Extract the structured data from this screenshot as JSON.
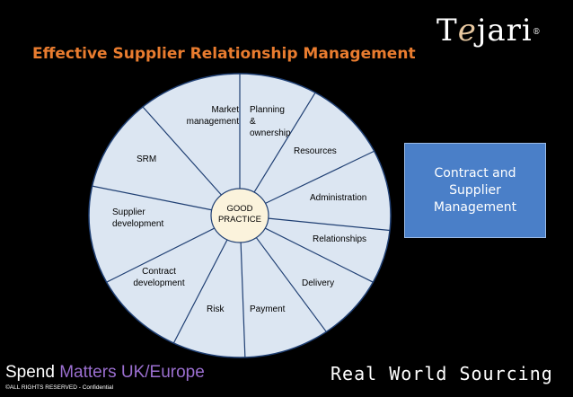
{
  "slide": {
    "title": "Effective Supplier Relationship Management",
    "logo": {
      "part1": "T",
      "part2": "e",
      "part3": "jari",
      "mark": "®"
    }
  },
  "wheel": {
    "center": [
      "GOOD",
      "PRACTICE"
    ],
    "segments": [
      {
        "key": "market",
        "lines": [
          "Market",
          "management"
        ]
      },
      {
        "key": "planning",
        "lines": [
          "Planning",
          "&",
          "ownership"
        ]
      },
      {
        "key": "resources",
        "lines": [
          "Resources"
        ]
      },
      {
        "key": "administration",
        "lines": [
          "Administration"
        ]
      },
      {
        "key": "relationships",
        "lines": [
          "Relationships"
        ]
      },
      {
        "key": "delivery",
        "lines": [
          "Delivery"
        ]
      },
      {
        "key": "payment",
        "lines": [
          "Payment"
        ]
      },
      {
        "key": "risk",
        "lines": [
          "Risk"
        ]
      },
      {
        "key": "contract-dev",
        "lines": [
          "Contract",
          "development"
        ]
      },
      {
        "key": "supplier-dev",
        "lines": [
          "Supplier",
          "development"
        ]
      },
      {
        "key": "srm",
        "lines": [
          "SRM"
        ]
      }
    ],
    "colors": {
      "fill": "#dce6f2",
      "stroke": "#1f3f73",
      "hub": "#fbf3dc"
    }
  },
  "callout": {
    "text": "Contract and Supplier Management"
  },
  "footer": {
    "brand_a": "Spend ",
    "brand_b": "Matters UK/Europe",
    "copyright": "©ALL RIGHTS RESERVED - Confidential",
    "tagline": "Real World Sourcing"
  }
}
